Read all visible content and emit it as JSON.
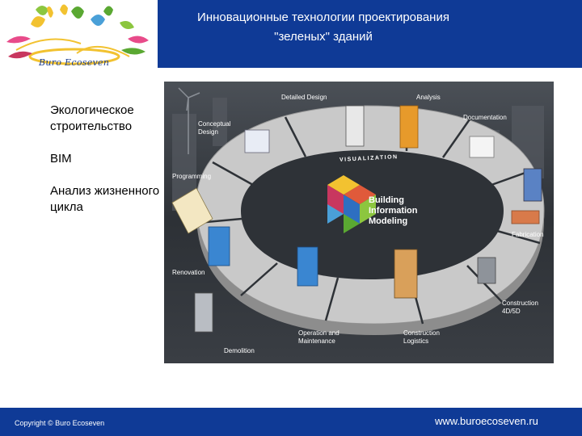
{
  "header": {
    "title_line1": "Инновационные технологии проектирования",
    "title_line2": "\"зеленых\" зданий"
  },
  "logo": {
    "text": "Buro Ecoseven",
    "colors": [
      "#e84b8a",
      "#f2c230",
      "#5aa832",
      "#4aa0d8",
      "#1c3f8f"
    ]
  },
  "topics": [
    "Экологическое строительство",
    "BIM",
    "Анализ жизненного цикла"
  ],
  "diagram": {
    "center_lines": [
      "Building",
      "Information",
      "Modeling"
    ],
    "visualization": "VISUALIZATION",
    "stages": [
      "Detailed Design",
      "Analysis",
      "Documentation",
      "Conceptual Design",
      "Programming",
      "Fabrication",
      "Renovation",
      "Construction 4D/5D",
      "Operation and Maintenance",
      "Construction Logistics",
      "Demolition"
    ]
  },
  "footer": {
    "copyright": "Copyright © Buro Ecoseven",
    "url": "www.buroecoseven.ru"
  },
  "colors": {
    "brand_blue": "#0f3a96",
    "ring_gray": "#c9c9c9",
    "background_dark": "#2a2e33"
  }
}
